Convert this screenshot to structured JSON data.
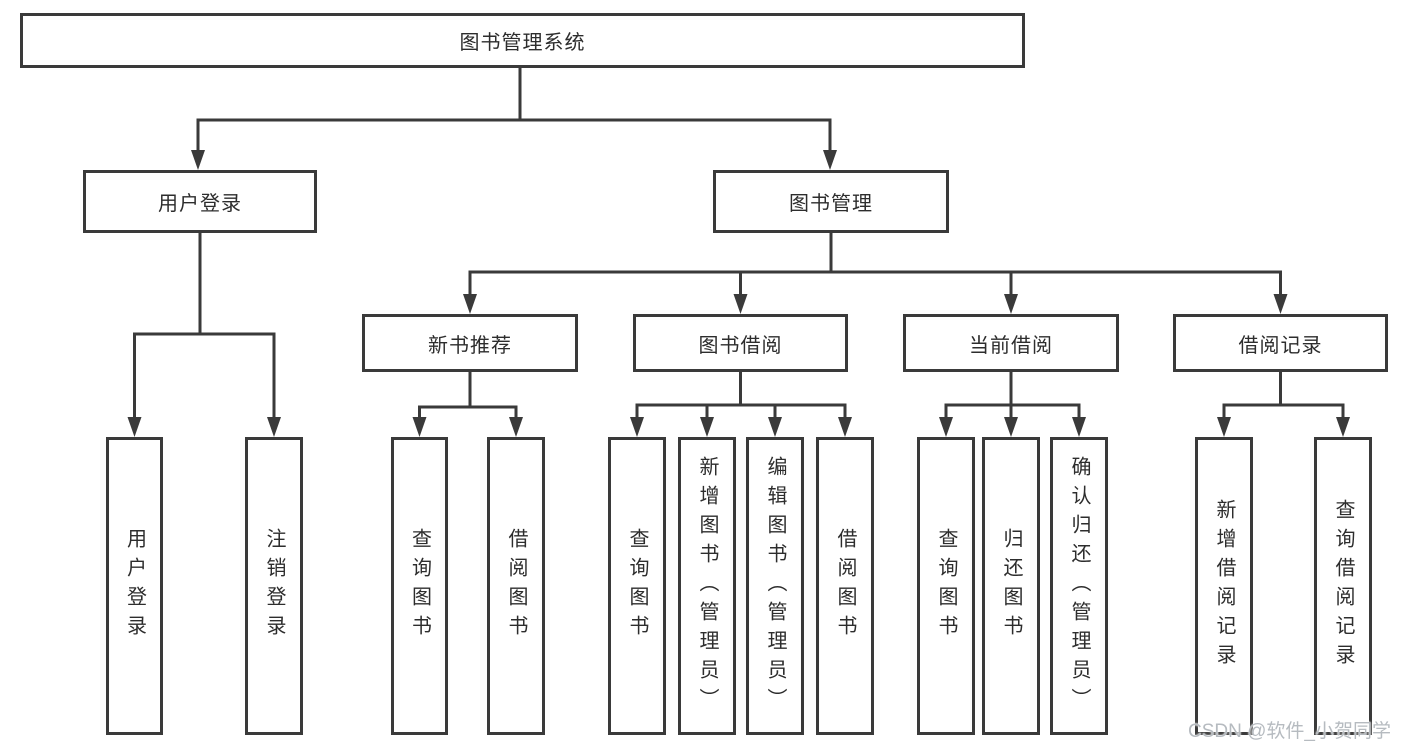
{
  "tree": {
    "label": "图书管理系统",
    "children": [
      {
        "label": "用户登录",
        "children": [
          {
            "label": "用户登录"
          },
          {
            "label": "注销登录"
          }
        ]
      },
      {
        "label": "图书管理",
        "children": [
          {
            "label": "新书推荐",
            "children": [
              {
                "label": "查询图书"
              },
              {
                "label": "借阅图书"
              }
            ]
          },
          {
            "label": "图书借阅",
            "children": [
              {
                "label": "查询图书"
              },
              {
                "label": "新增图书（管理员）"
              },
              {
                "label": "编辑图书（管理员）"
              },
              {
                "label": "借阅图书"
              }
            ]
          },
          {
            "label": "当前借阅",
            "children": [
              {
                "label": "查询图书"
              },
              {
                "label": "归还图书"
              },
              {
                "label": "确认归还（管理员）"
              }
            ]
          },
          {
            "label": "借阅记录",
            "children": [
              {
                "label": "新增借阅记录"
              },
              {
                "label": "查询借阅记录"
              }
            ]
          }
        ]
      }
    ]
  },
  "watermark": "CSDN @软件_小贺同学",
  "colors": {
    "line": "#3a3a3a",
    "text": "#2d2d2d",
    "background": "#ffffff",
    "watermark": "#b6bbc0"
  }
}
